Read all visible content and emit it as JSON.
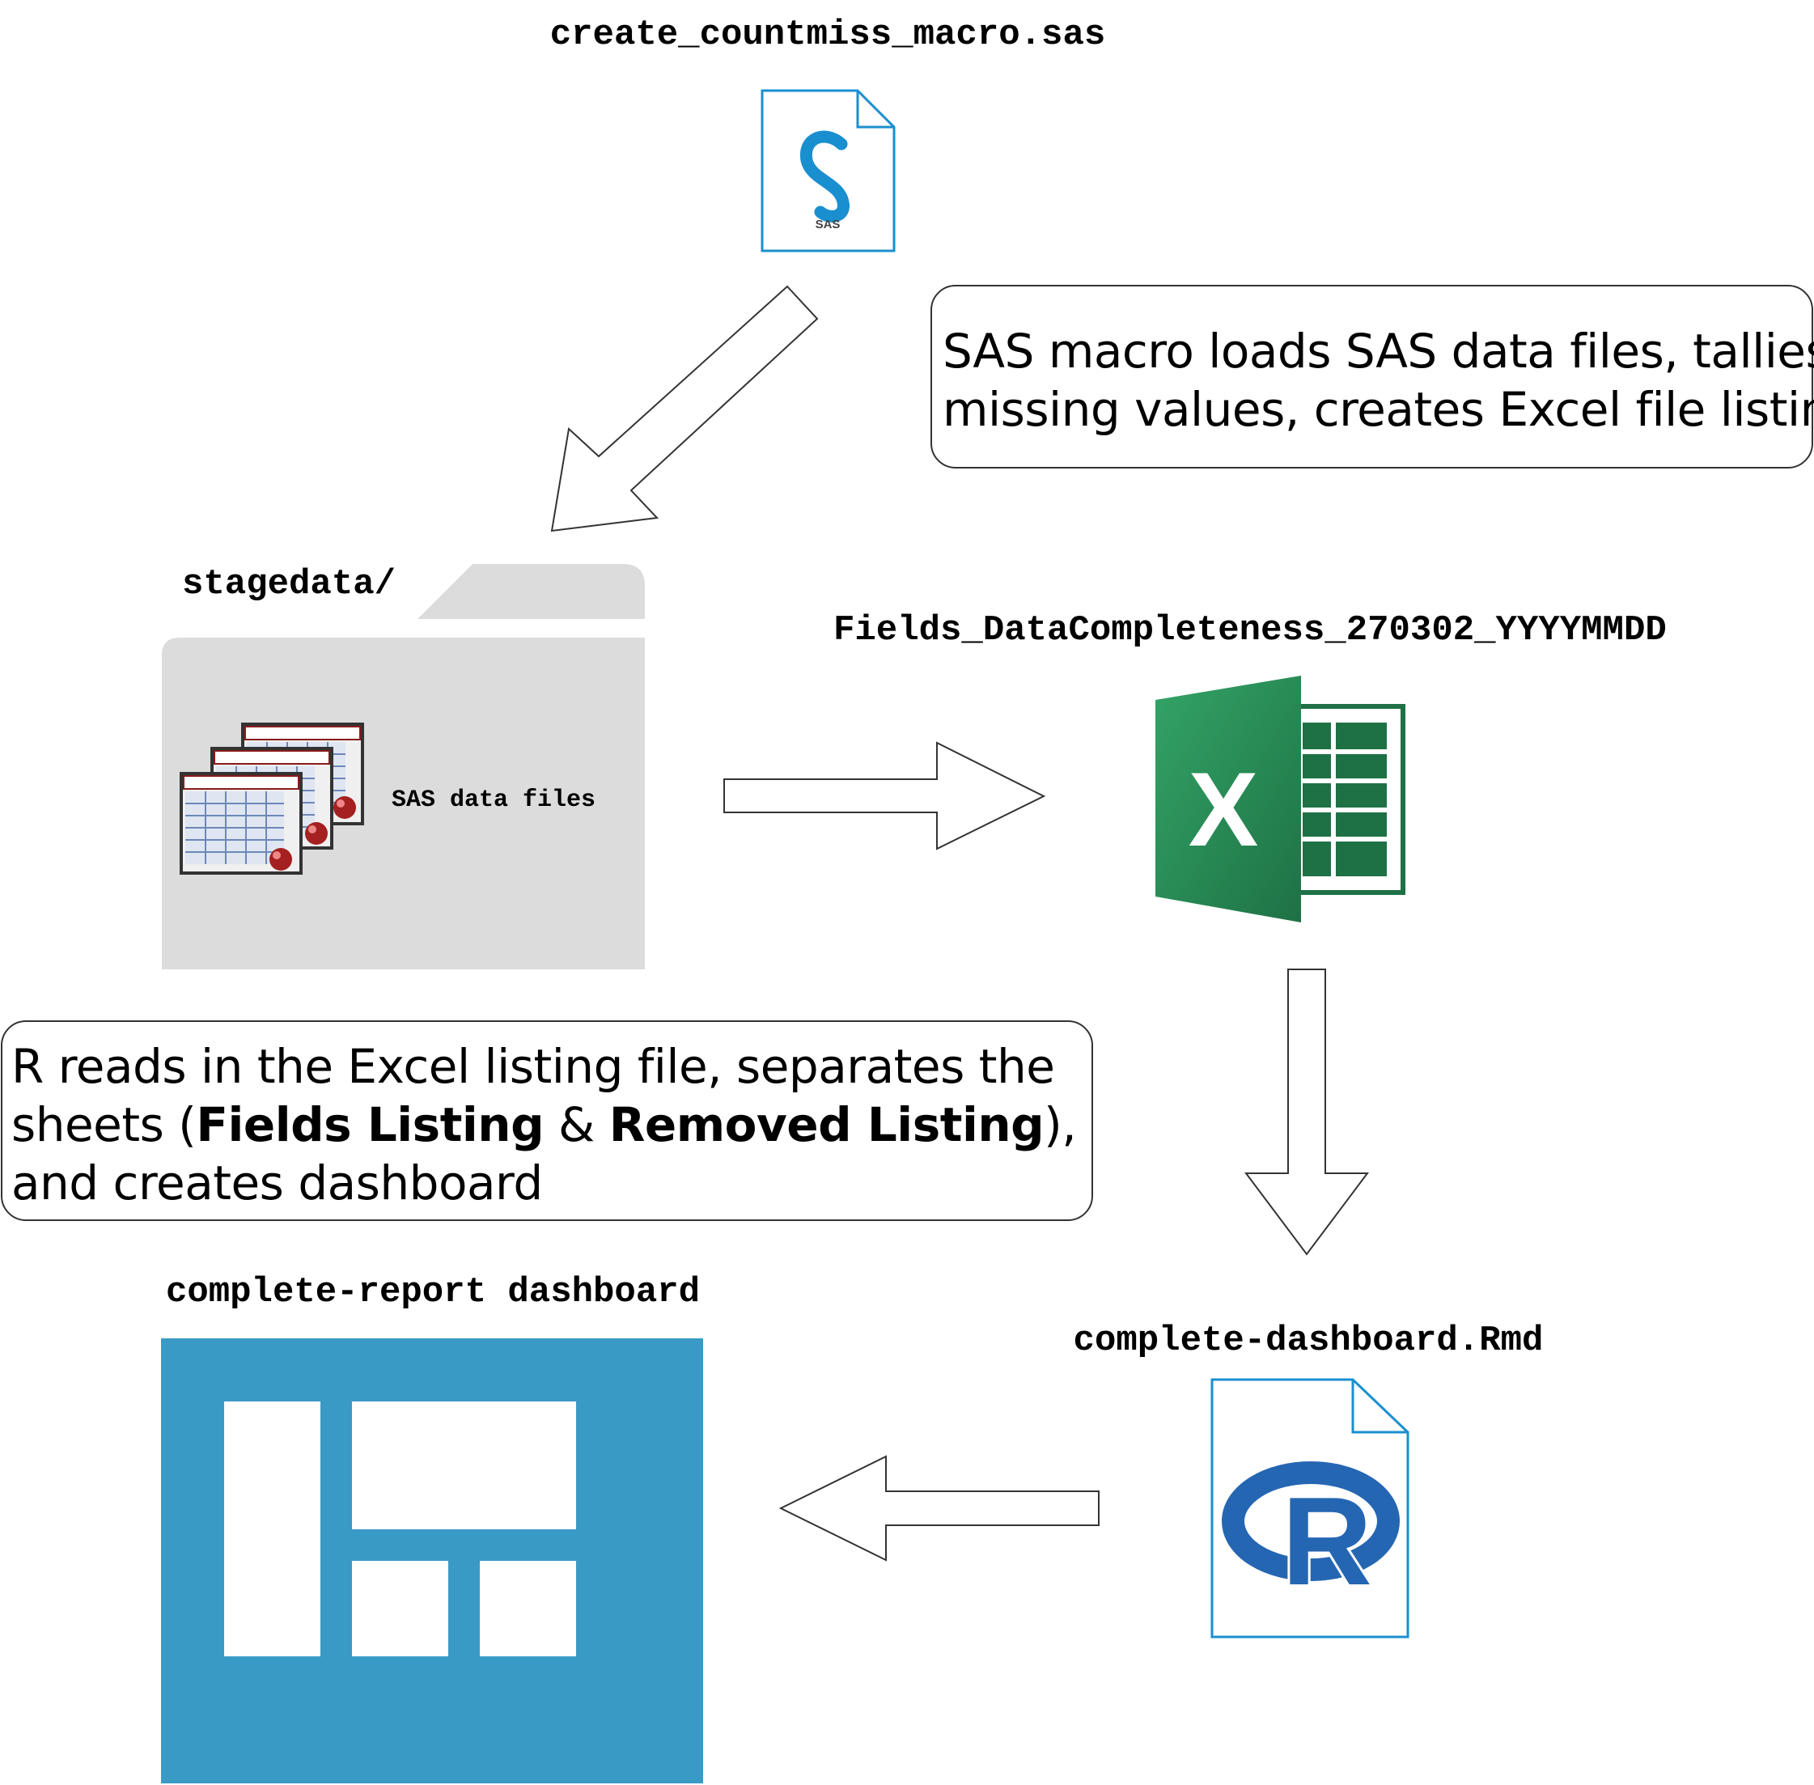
{
  "labels": {
    "sas_macro": "create_countmiss_macro.sas",
    "stagedata": "stagedata/",
    "sas_data_files": "SAS data files",
    "excel_file": "Fields_DataCompleteness_270302_YYYYMMDD",
    "dashboard": "complete-report dashboard",
    "rmd_file": "complete-dashboard.Rmd"
  },
  "icons": {
    "sas_badge": "SAS",
    "excel_letter": "X",
    "r_letter": "R"
  },
  "callouts": {
    "sas_line1": "SAS macro loads SAS data files, tallies",
    "sas_line2": "missing values, creates Excel file listing",
    "r_line1": "R reads in the Excel listing file, separates the",
    "r_line2_pre": "sheets (",
    "r_fields": "Fields Listing",
    "r_amp": " & ",
    "r_removed": "Removed Listing",
    "r_line2_post": "),",
    "r_line3": "and creates dashboard"
  },
  "colors": {
    "sas_blue": "#1a8fcf",
    "excel_green_dark": "#1e7145",
    "excel_green_light": "#33a466",
    "r_blue": "#2566b3",
    "dashboard_blue": "#3a9ac6",
    "folder_gray": "#dcdcdc"
  }
}
